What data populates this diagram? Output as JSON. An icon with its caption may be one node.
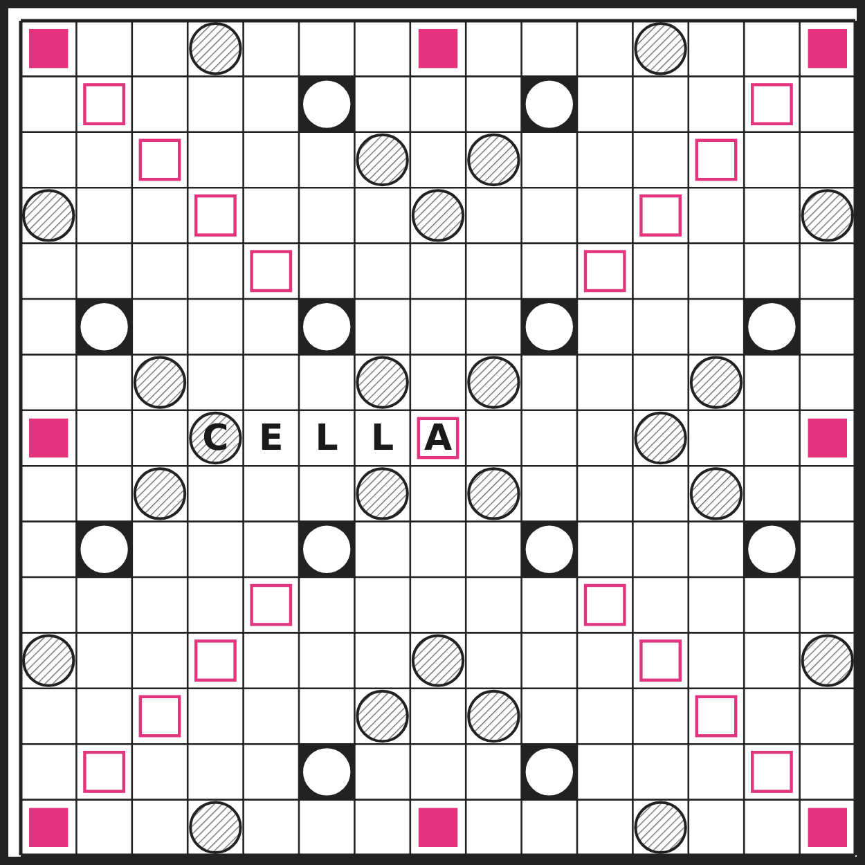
{
  "diagram": {
    "labels": [
      "C",
      "E",
      "L",
      "L",
      "A"
    ]
  }
}
